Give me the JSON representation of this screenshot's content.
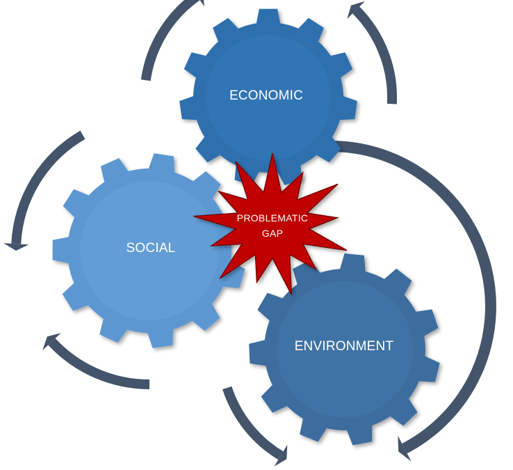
{
  "diagram": {
    "gears": {
      "economic": {
        "label": "ECONOMIC",
        "color": "#2e6fae",
        "highlight": "#3a82c4"
      },
      "social": {
        "label": "SOCIAL",
        "color": "#5b97d2",
        "highlight": "#6fa8dc"
      },
      "environment": {
        "label": "ENVIRONMENT",
        "color": "#3d6d9e",
        "highlight": "#4a7fb3"
      }
    },
    "center_burst": {
      "line1": "PROBLEMATIC",
      "line2": "GAP",
      "color": "#c00000",
      "stroke": "#7a0000"
    },
    "arrow_color": "#44546a"
  }
}
